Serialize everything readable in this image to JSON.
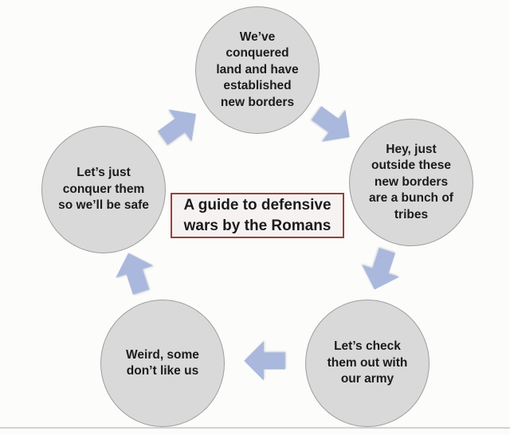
{
  "diagram": {
    "type": "cycle",
    "title": "A guide to defensive\nwars by the Romans",
    "nodes": [
      {
        "id": "conquered-land",
        "position": "top",
        "label": "We’ve\nconquered\nland and have\nestablished\nnew borders"
      },
      {
        "id": "tribes-outside",
        "position": "right",
        "label": "Hey, just\noutside these\nnew borders\nare a bunch of\ntribes"
      },
      {
        "id": "check-with-army",
        "position": "bottom-right",
        "label": "Let’s check\nthem out with\nour army"
      },
      {
        "id": "dont-like-us",
        "position": "bottom-left",
        "label": "Weird, some\ndon’t like us"
      },
      {
        "id": "conquer-safe",
        "position": "left",
        "label": "Let’s just\nconquer them\nso we’ll be safe"
      }
    ],
    "arrows": [
      {
        "from": "conquered-land",
        "to": "tribes-outside",
        "direction": "southeast"
      },
      {
        "from": "tribes-outside",
        "to": "check-with-army",
        "direction": "south-southwest"
      },
      {
        "from": "check-with-army",
        "to": "dont-like-us",
        "direction": "west"
      },
      {
        "from": "dont-like-us",
        "to": "conquer-safe",
        "direction": "north-northwest"
      },
      {
        "from": "conquer-safe",
        "to": "conquered-land",
        "direction": "northeast"
      }
    ],
    "colors": {
      "node_fill": "#d9d9d9",
      "node_border": "#9e9e9e",
      "arrow_fill": "#a9b8dc",
      "title_border": "#a23c38",
      "title_fill": "#f5f2f1",
      "title_text": "#1b1b1b",
      "node_text": "#1b1b1b",
      "background": "#fcfcfb",
      "bottom_rule": "#d5d3d0"
    }
  }
}
